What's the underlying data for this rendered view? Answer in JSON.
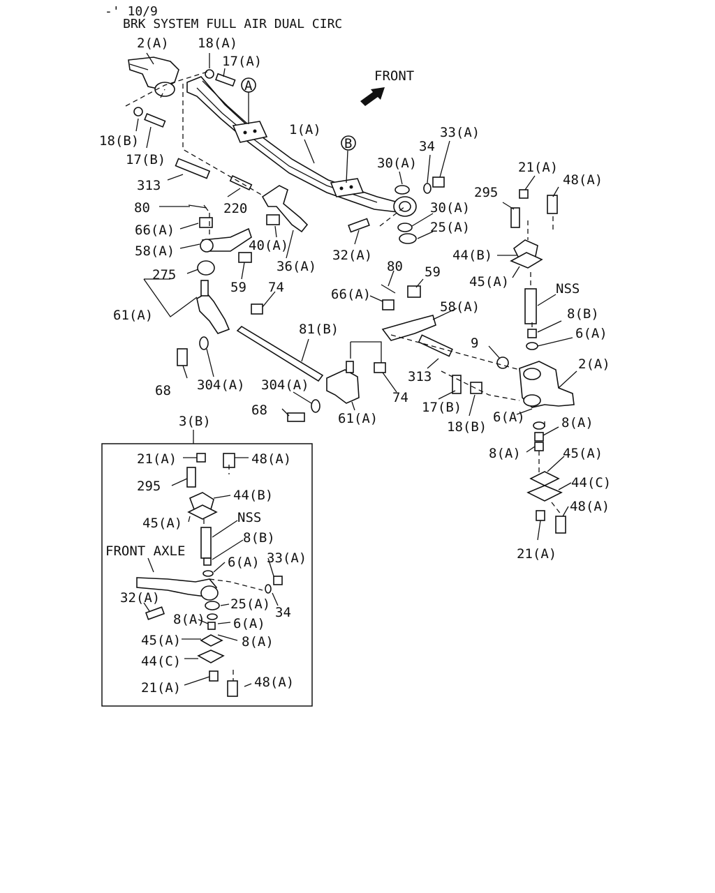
{
  "header": {
    "date_code": "-' 10/9",
    "title": "BRK SYSTEM FULL AIR DUAL CIRC"
  },
  "direction": {
    "label": "FRONT"
  },
  "inset": {
    "ref_label": "3(B)",
    "axle_label": "FRONT AXLE",
    "labels": [
      "21(A)",
      "48(A)",
      "295",
      "44(B)",
      "45(A)",
      "NSS",
      "8(B)",
      "6(A)",
      "33(A)",
      "32(A)",
      "25(A)",
      "34",
      "8(A)",
      "6(A)",
      "45(A)",
      "8(A)",
      "44(C)",
      "21(A)",
      "48(A)"
    ]
  },
  "callouts": [
    "A",
    "B"
  ],
  "labels": [
    "2(A)",
    "18(A)",
    "17(A)",
    "18(B)",
    "17(B)",
    "313",
    "80",
    "66(A)",
    "58(A)",
    "275",
    "61(A)",
    "220",
    "40(A)",
    "36(A)",
    "59",
    "1(A)",
    "30(A)",
    "34",
    "33(A)",
    "30(A)",
    "25(A)",
    "32(A)",
    "21(A)",
    "295",
    "48(A)",
    "44(B)",
    "45(A)",
    "NSS",
    "8(B)",
    "6(A)",
    "2(A)",
    "74",
    "80",
    "59",
    "66(A)",
    "58(A)",
    "81(B)",
    "9",
    "313",
    "68",
    "304(A)",
    "304(A)",
    "74",
    "68",
    "61(A)",
    "17(B)",
    "18(B)",
    "6(A)",
    "8(A)",
    "8(A)",
    "45(A)",
    "44(C)",
    "48(A)",
    "21(A)"
  ]
}
